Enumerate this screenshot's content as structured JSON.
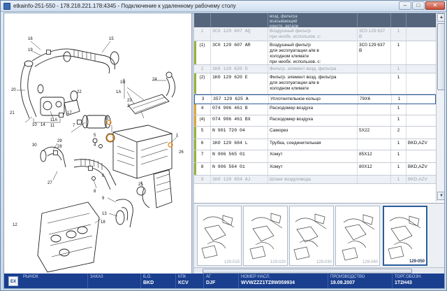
{
  "window": {
    "title": "etkainfo-251-550 - 178.218.221.178:4345 - Подключение к удаленному рабочему столу",
    "btn_min": "–",
    "btn_max": "□",
    "btn_close": "✕"
  },
  "diagram": {
    "labels": {
      "l1": "1",
      "l2": "2",
      "l3": "3",
      "l4": "4",
      "l5": "5",
      "l6": "6",
      "l7": "7",
      "l8": "8",
      "l9": "9",
      "l10": "10",
      "l11": "11",
      "l11a": "11A",
      "l12": "12",
      "l13": "13",
      "l14": "14",
      "l15": "15",
      "l16": "16",
      "l17": "17",
      "l18": "18",
      "l19": "19",
      "l20": "20",
      "l21": "21",
      "l22": "22",
      "l23": "23",
      "l24": "24",
      "l25": "25",
      "l26": "26",
      "l27": "27",
      "l28": "28",
      "l29": "29",
      "l30": "30",
      "l1a": "1A",
      "l1b": "1B"
    }
  },
  "parts": {
    "header": {
      "pos": "",
      "number": "",
      "name": "возд. фильтра\nвсасывающий\nконстр. детали",
      "note": "",
      "qty": "",
      "model": ""
    },
    "rows": [
      {
        "pos": "1",
        "number": "3C0 129 607 AQ",
        "name": "Воздушный фильтр\nпри необх. использов. с:",
        "note": "3C0 129 637 B",
        "qty": "1",
        "model": "",
        "state": "dim",
        "tick": ""
      },
      {
        "pos": "(1)",
        "number": "3C0 129 607 AR",
        "name": "Воздушный фильтр\nдля эксплуатации а/м в\nхолодном климате\nпри необх. использов. с:",
        "note": "3C0 129 637 B",
        "qty": "1",
        "model": "",
        "state": "",
        "tick": "green"
      },
      {
        "pos": "2",
        "number": "1K0 129 620 D",
        "name": "Фильтр. элемент возд. фильтра",
        "note": "",
        "qty": "1",
        "model": "",
        "state": "dim",
        "tick": ""
      },
      {
        "pos": "(2)",
        "number": "1K0 129 620 E",
        "name": "Фильтр. элемент возд. фильтра\nдля эксплуатации а/м в\nхолодном климате",
        "note": "",
        "qty": "1",
        "model": "",
        "state": "",
        "tick": "green"
      },
      {
        "pos": "3",
        "number": "357 129 625 A",
        "name": "Уплотнительное кольцо",
        "note": "79X6",
        "qty": "1",
        "model": "",
        "state": "sel",
        "tick": ""
      },
      {
        "pos": "4",
        "number": "074 906 461 B",
        "name": "Расходомер воздуха",
        "note": "",
        "qty": "1",
        "model": "",
        "state": "",
        "tick": "orange"
      },
      {
        "pos": "(4)",
        "number": "074 906 461 BX",
        "name": "Расходомер воздуха",
        "note": "",
        "qty": "1",
        "model": "",
        "state": "",
        "tick": "orange"
      },
      {
        "pos": "5",
        "number": "N 901 720 04",
        "name": "Саморез",
        "note": "5X22",
        "qty": "2",
        "model": "",
        "state": "",
        "tick": "green"
      },
      {
        "pos": "6",
        "number": "1K0 129 684 L",
        "name": "Трубка, соединительная",
        "note": "",
        "qty": "1",
        "model": "BKD,AZV",
        "state": "",
        "tick": "green"
      },
      {
        "pos": "7",
        "number": "N 906 565 01",
        "name": "Хомут",
        "note": "85X12",
        "qty": "1",
        "model": "",
        "state": "",
        "tick": "green"
      },
      {
        "pos": "8",
        "number": "N 906 564 01",
        "name": "Хомут",
        "note": "80X12",
        "qty": "1",
        "model": "BKD,AZV",
        "state": "",
        "tick": "green"
      },
      {
        "pos": "9",
        "number": "1K0 129 654 AJ",
        "name": "Шланг воздуховода",
        "note": "",
        "qty": "1",
        "model": "BKD,AZV",
        "state": "dim",
        "tick": ""
      }
    ]
  },
  "scroll": {
    "up": "▲",
    "down": "▼"
  },
  "thumbnails": [
    {
      "caption": "129-015",
      "active": false
    },
    {
      "caption": "129-020",
      "active": false
    },
    {
      "caption": "129-030",
      "active": false
    },
    {
      "caption": "129-040",
      "active": false
    },
    {
      "caption": "129-050",
      "active": true
    }
  ],
  "statusbar": {
    "icon": "EX",
    "cols": [
      {
        "h": "РЫНОК",
        "v": ""
      },
      {
        "h": "ЗАКАЗ",
        "v": ""
      },
      {
        "h": "Б.О.",
        "v": "BKD"
      },
      {
        "h": "КПК",
        "v": "KCV"
      },
      {
        "h": "АГ",
        "v": "DJF"
      },
      {
        "h": "НОМЕР НАСЛ.",
        "v": "WVWZZZ1TZ8W059934"
      },
      {
        "h": "ПРОИЗВОДСТВО",
        "v": "19.09.2007"
      },
      {
        "h": "ТОРГ.ОБОЗН.",
        "v": "1T2H43"
      }
    ]
  },
  "colors": {
    "statusbar_bg": "#1a3f8f",
    "header_bg": "#54657c",
    "tick_green": "#9bb03a",
    "tick_orange": "#e0a43a"
  }
}
